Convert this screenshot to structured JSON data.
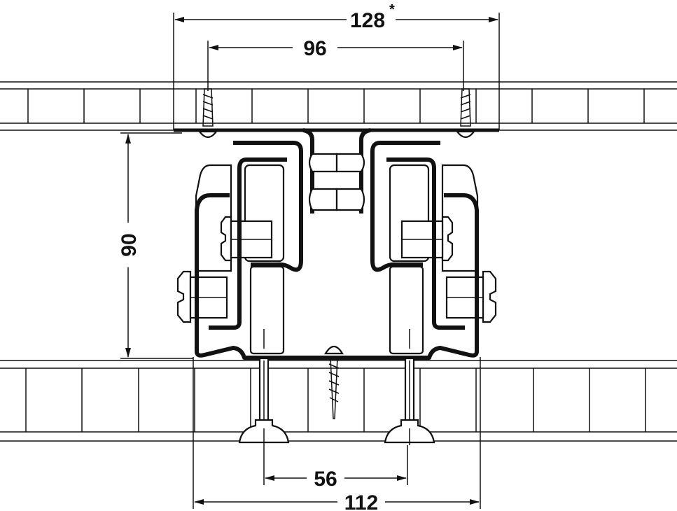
{
  "dimensions": {
    "outer_top": "128",
    "outer_top_mark": "*",
    "inner_top": "96",
    "height": "90",
    "inner_bottom": "56",
    "outer_bottom": "112"
  },
  "colors": {
    "line": "#111111",
    "background": "#ffffff"
  }
}
